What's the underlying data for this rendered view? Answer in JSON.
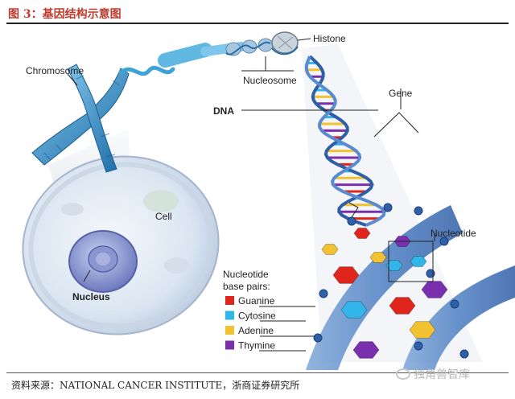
{
  "figure": {
    "title": "图 3：基因结构示意图",
    "source": "资料来源：NATIONAL CANCER INSTITUTE，浙商证券研究所",
    "watermark": "独角兽智库"
  },
  "labels": {
    "chromosome": "Chromosome",
    "histone": "Histone",
    "nucleosome": "Nucleosome",
    "dna": "DNA",
    "gene": "Gene",
    "cell": "Cell",
    "nucleus": "Nucleus",
    "nucleotide": "Nucleotide"
  },
  "legend": {
    "title_line1": "Nucleotide",
    "title_line2": "base pairs:",
    "items": [
      {
        "label": "Guanine",
        "color": "#e0261c"
      },
      {
        "label": "Cytosine",
        "color": "#32b6ea"
      },
      {
        "label": "Adenine",
        "color": "#f2c230"
      },
      {
        "label": "Thymine",
        "color": "#7a2fae"
      }
    ]
  },
  "colors": {
    "title": "#c0392b",
    "cell": "#dfe8f4",
    "chromosome": "#2f8fc9",
    "backbone": "#4b7fc4",
    "phosphate": "#2e5fa8"
  }
}
